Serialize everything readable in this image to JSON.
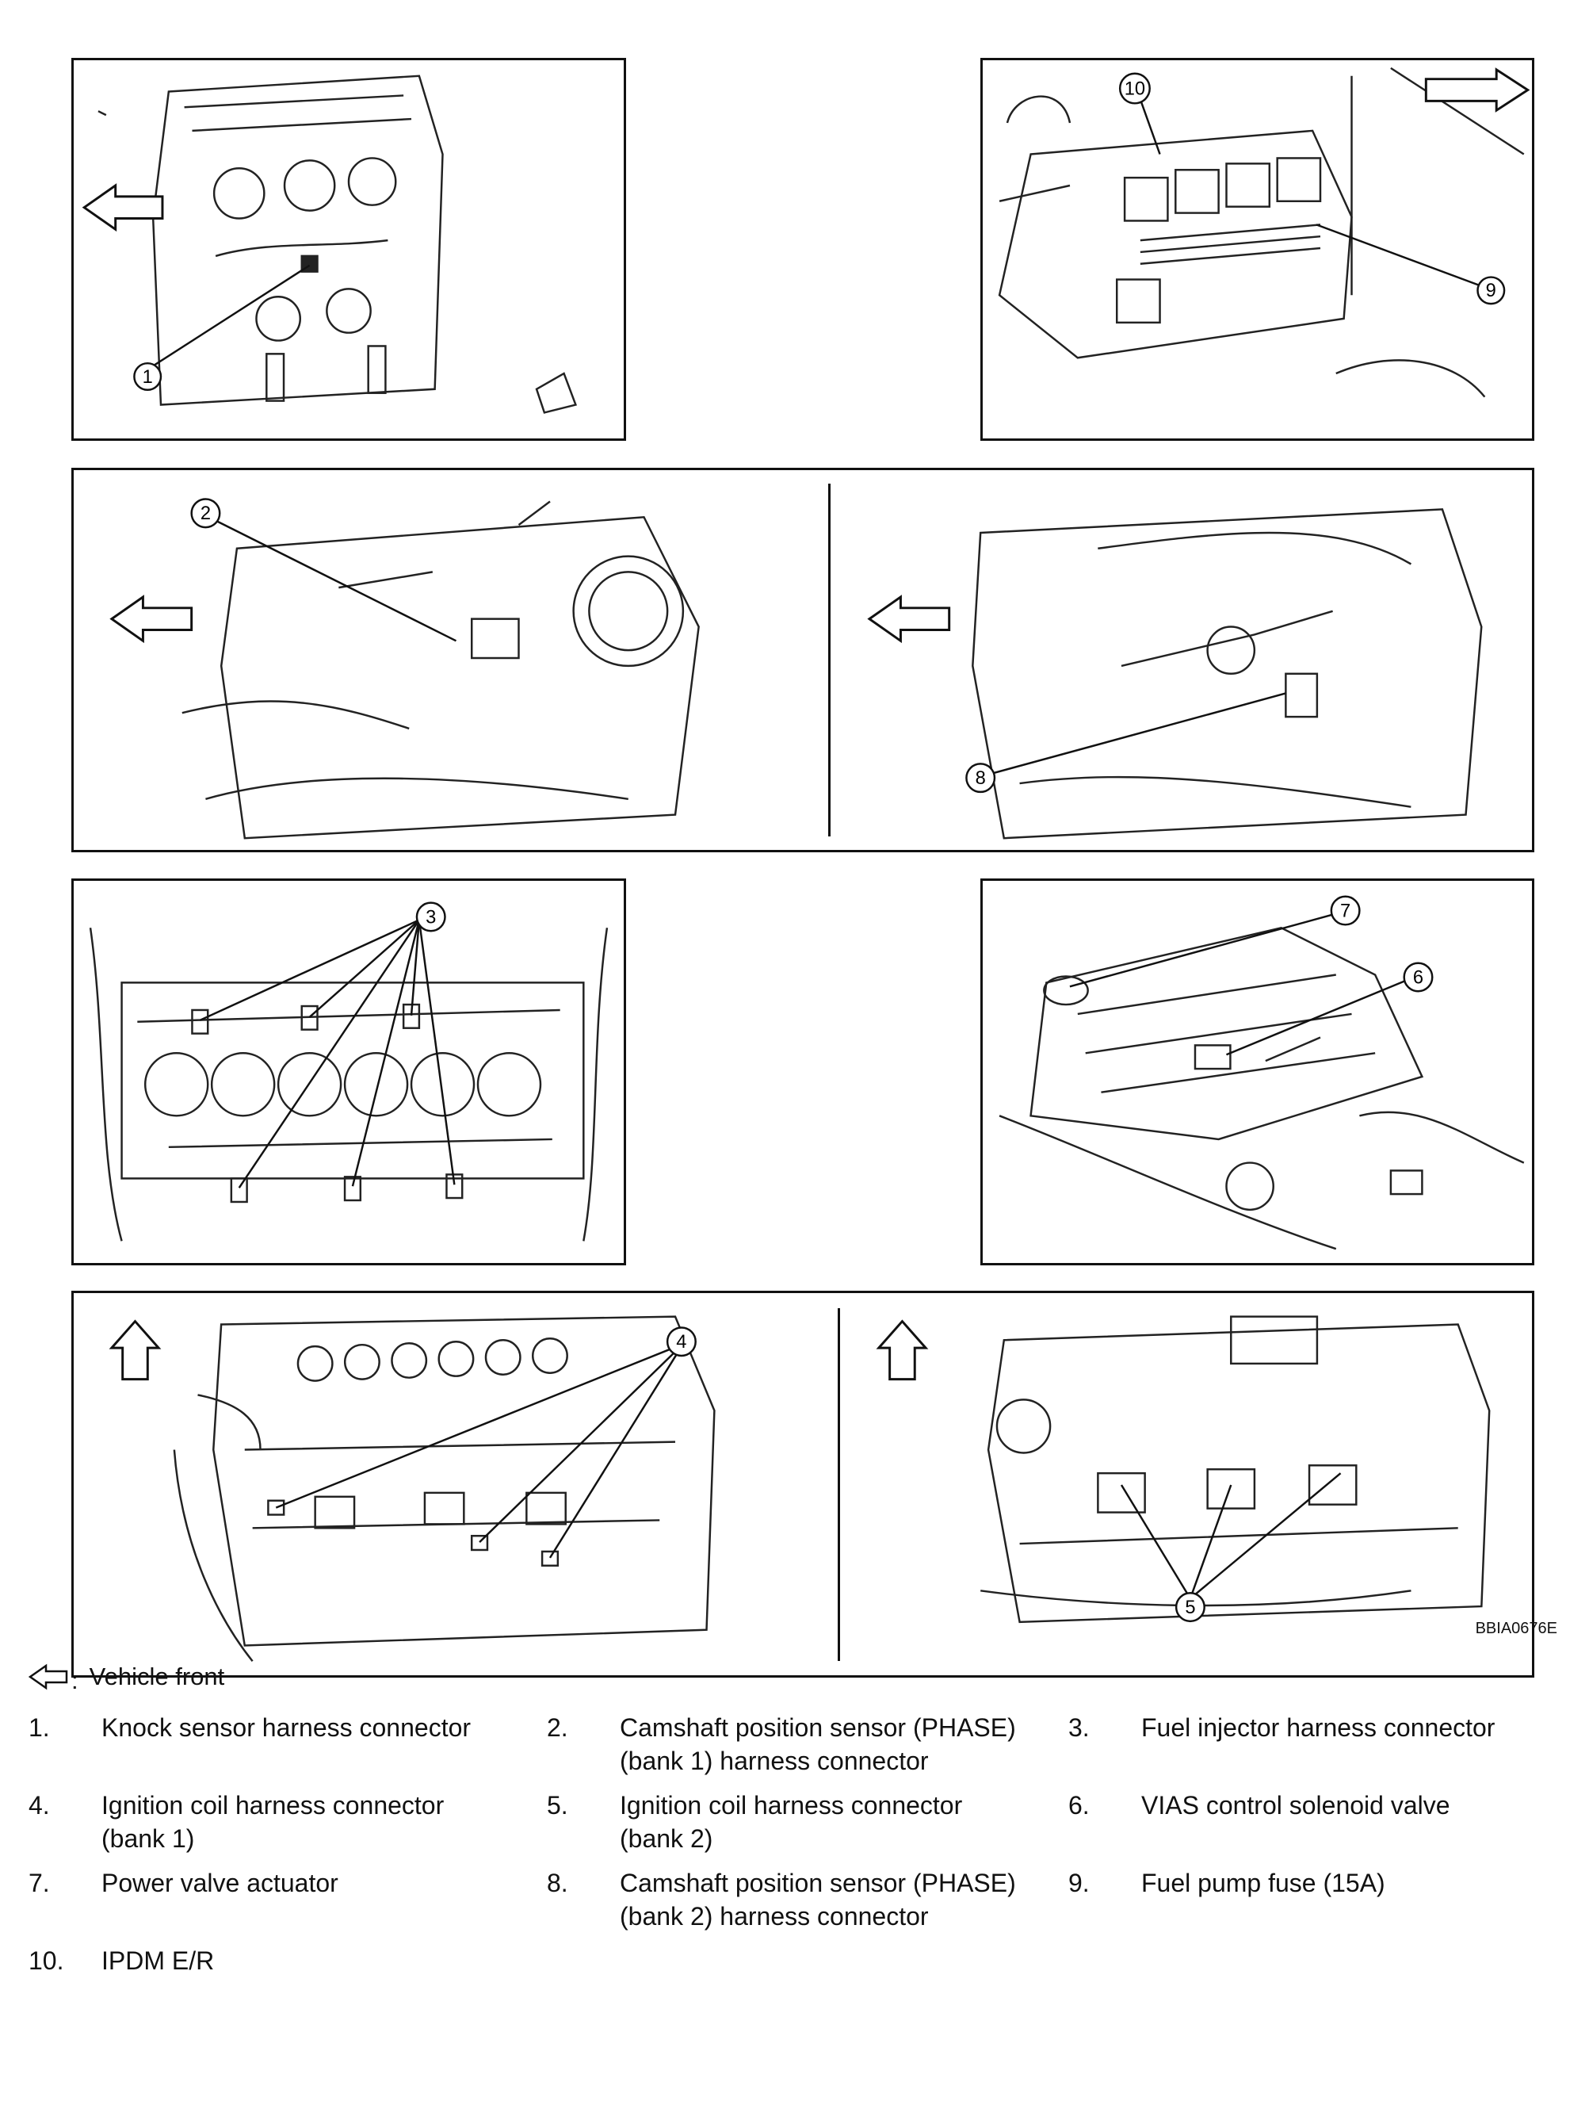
{
  "diagram_code": "BBIA0676E",
  "legend_symbol": ":",
  "vehicle_front_label": "Vehicle front",
  "callouts": [
    "1",
    "2",
    "3",
    "4",
    "5",
    "6",
    "7",
    "8",
    "9",
    "10"
  ],
  "legend": [
    {
      "num": "1.",
      "line1": "Knock sensor harness connector",
      "line2": ""
    },
    {
      "num": "2.",
      "line1": "Camshaft position sensor (PHASE)",
      "line2": "(bank 1) harness connector"
    },
    {
      "num": "3.",
      "line1": "Fuel injector harness connector",
      "line2": ""
    },
    {
      "num": "4.",
      "line1": "Ignition coil harness connector",
      "line2": "(bank 1)"
    },
    {
      "num": "5.",
      "line1": "Ignition coil harness connector",
      "line2": "(bank 2)"
    },
    {
      "num": "6.",
      "line1": "VIAS control solenoid valve",
      "line2": ""
    },
    {
      "num": "7.",
      "line1": "Power valve actuator",
      "line2": ""
    },
    {
      "num": "8.",
      "line1": "Camshaft position sensor (PHASE)",
      "line2": "(bank 2) harness connector"
    },
    {
      "num": "9.",
      "line1": "Fuel pump fuse (15A)",
      "line2": ""
    },
    {
      "num": "10.",
      "line1": "IPDM E/R",
      "line2": ""
    }
  ]
}
